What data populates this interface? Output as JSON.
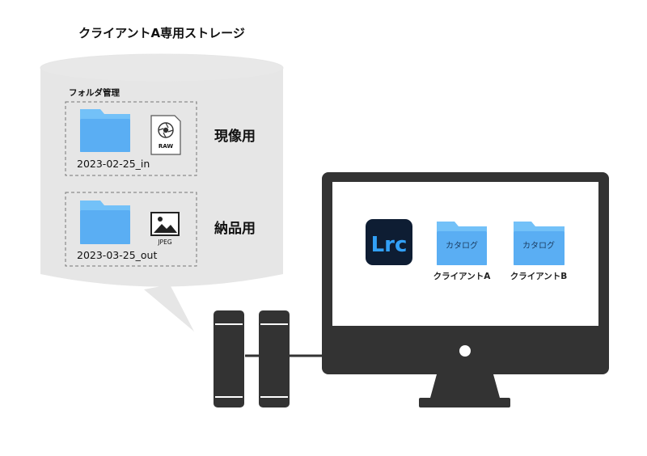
{
  "storage": {
    "title": "クライアントA専用ストレージ",
    "folder_management_label": "フォルダ管理"
  },
  "folders": [
    {
      "date": "2023-02-25_in",
      "file_type": "RAW",
      "usage": "現像用",
      "file_icon": "raw-file-icon"
    },
    {
      "date": "2023-03-25_out",
      "file_type": "JPEG",
      "usage": "納品用",
      "file_icon": "jpeg-file-icon"
    }
  ],
  "monitor": {
    "app_logo": "Lrc",
    "catalogs": [
      {
        "tab_label": "カタログ",
        "name": "クライアントA"
      },
      {
        "tab_label": "カタログ",
        "name": "クライアントB"
      }
    ]
  },
  "colors": {
    "folder_blue": "#5aaef3",
    "folder_tab_blue": "#73c1f8",
    "lrc_bg": "#0e1d33",
    "lrc_text": "#32a0f7",
    "device_dark": "#333333",
    "bubble_gray": "#e6e6e6"
  }
}
